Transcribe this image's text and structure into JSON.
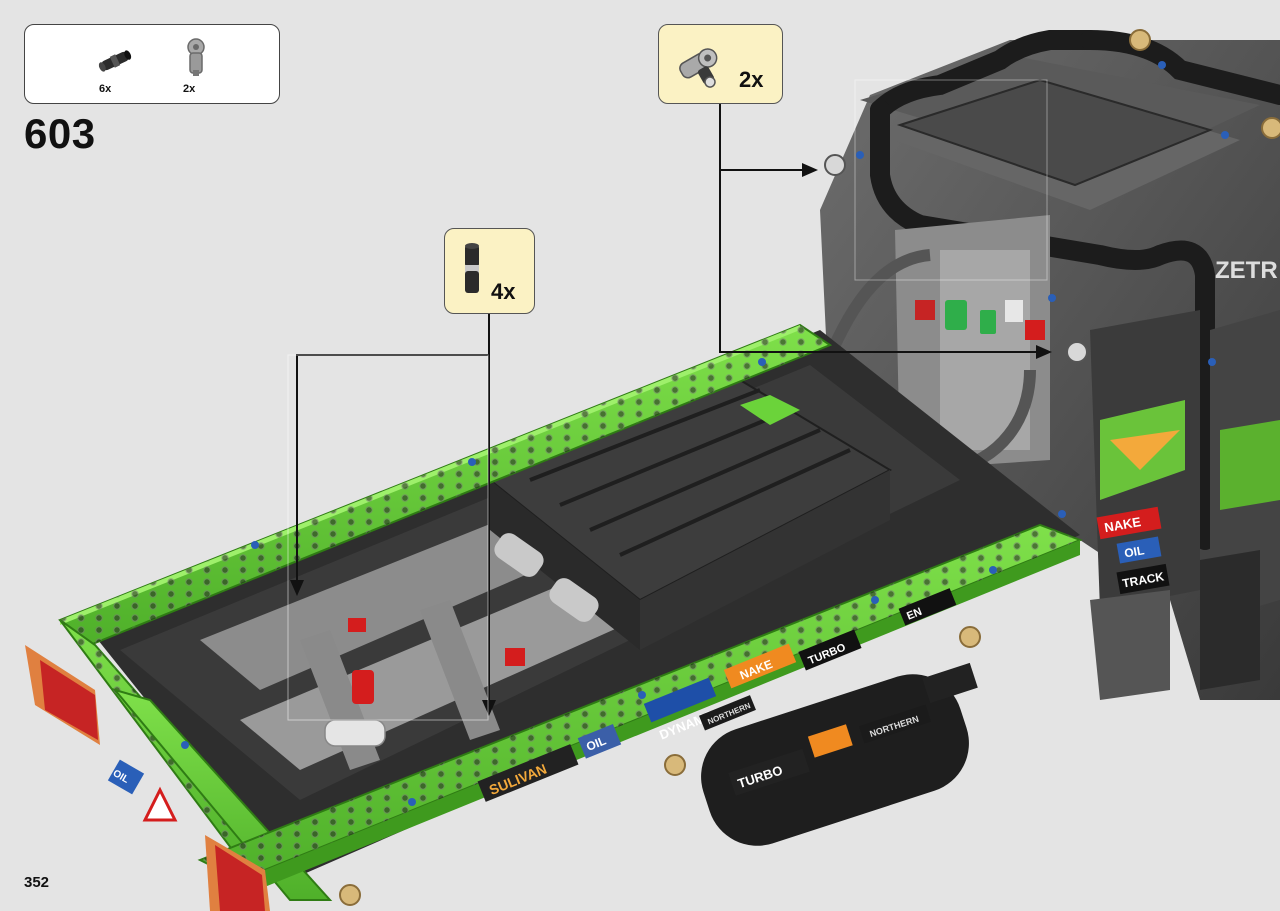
{
  "page": {
    "step_number": "603",
    "page_number": "352"
  },
  "parts_list": {
    "items": [
      {
        "name": "pin-connector-part-icon",
        "qty": "6x"
      },
      {
        "name": "angle-connector-part-icon",
        "qty": "2x"
      }
    ]
  },
  "sub_callouts": [
    {
      "name": "angle-connector-callout",
      "qty": "2x"
    },
    {
      "name": "pin-connector-callout",
      "qty": "4x"
    }
  ],
  "model": {
    "cab_lettering": "ZETR",
    "stickers": {
      "dynamo": "DYNAMO",
      "nake_top": "NAKE",
      "turbo_top": "TURBO",
      "sulivan": "SULIVAN",
      "oil_side": "OIL",
      "turbo_side": "TURBO",
      "nake_cab": "NAKE",
      "oil_cab": "OIL",
      "track": "TRACK",
      "en": "EN",
      "northern_1": "NORTHERN",
      "northern_2": "NORTHERN",
      "oil_rear": "OIL"
    }
  },
  "colors": {
    "background": "#e4e4e4",
    "frame_green": "#6bd33a",
    "frame_green_dark": "#3f9a1e",
    "technic_dark": "#3d3d3d",
    "technic_gray": "#9a9a9a",
    "callout_yellow": "#fbf2c4",
    "pin_blue": "#2a5fb8",
    "accent_red": "#d41d1d"
  }
}
